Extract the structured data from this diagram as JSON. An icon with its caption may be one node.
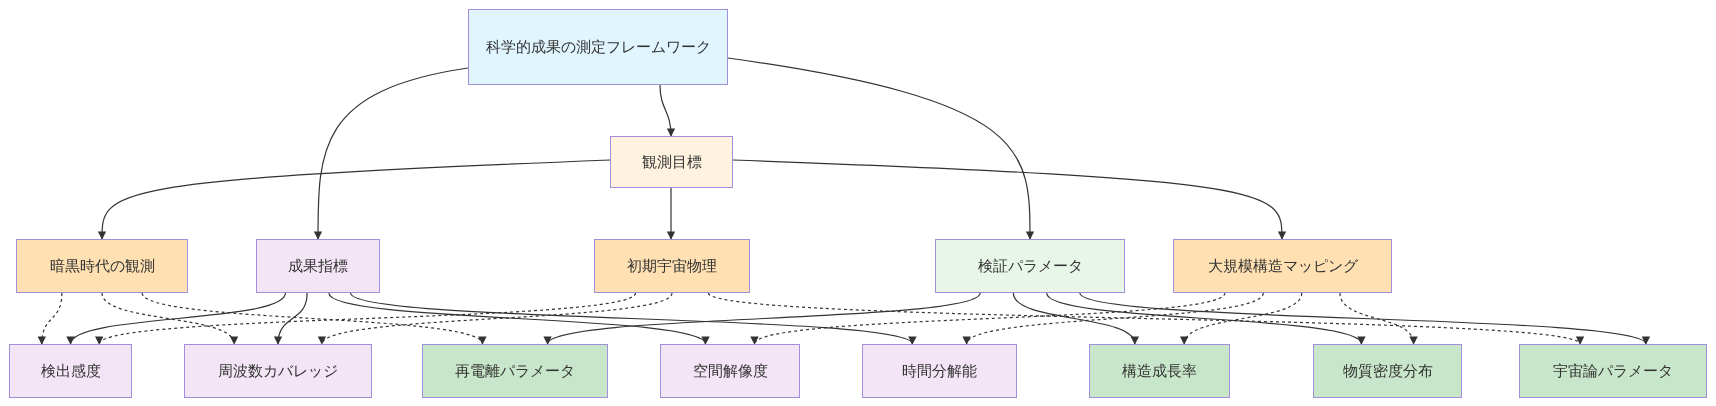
{
  "diagram": {
    "nodes": [
      {
        "text": [
          "科学的成果の測定フレームワーク"
        ]
      },
      {
        "text": [
          "観測目標"
        ]
      },
      {
        "text": [
          "暗黒時代の観測"
        ]
      },
      {
        "text": [
          "成果指標"
        ]
      },
      {
        "text": [
          "初期宇宙物理"
        ]
      },
      {
        "text": [
          "検証パラメータ"
        ]
      },
      {
        "text": [
          "大規模構造マッピング"
        ]
      },
      {
        "text": [
          "検出感度"
        ]
      },
      {
        "text": [
          "周波数カバレッジ"
        ]
      },
      {
        "text": [
          "再電離パラメータ"
        ]
      },
      {
        "text": [
          "空間解像度"
        ]
      },
      {
        "text": [
          "時間分解能"
        ]
      },
      {
        "text": [
          "構造成長率"
        ]
      },
      {
        "text": [
          "物質密度分布"
        ]
      },
      {
        "text": [
          "宇宙論パラメータ"
        ]
      }
    ],
    "edges": [
      {
        "from": 0,
        "to": 1,
        "arrow": "to"
      },
      {
        "from": 0,
        "to": 3,
        "arrow": "to"
      },
      {
        "from": 0,
        "to": 5,
        "arrow": "to"
      },
      {
        "from": 1,
        "to": 2,
        "arrow": "to"
      },
      {
        "from": 1,
        "to": 4,
        "arrow": "to"
      },
      {
        "from": 1,
        "to": 6,
        "arrow": "to"
      },
      {
        "from": 3,
        "to": 7,
        "arrow": "to"
      },
      {
        "from": 3,
        "to": 8,
        "arrow": "to"
      },
      {
        "from": 3,
        "to": 10,
        "arrow": "to"
      },
      {
        "from": 3,
        "to": 11,
        "arrow": "to"
      },
      {
        "from": 5,
        "to": 9,
        "arrow": "to"
      },
      {
        "from": 5,
        "to": 12,
        "arrow": "to"
      },
      {
        "from": 5,
        "to": 13,
        "arrow": "to"
      },
      {
        "from": 5,
        "to": 14,
        "arrow": "to"
      },
      {
        "from": 2,
        "to": 7,
        "arrow": "to",
        "style": "dashed"
      },
      {
        "from": 2,
        "to": 8,
        "arrow": "to",
        "style": "dashed"
      },
      {
        "from": 2,
        "to": 9,
        "arrow": "to",
        "style": "dashed"
      },
      {
        "from": 4,
        "to": 7,
        "arrow": "to",
        "style": "dashed"
      },
      {
        "from": 4,
        "to": 8,
        "arrow": "to",
        "style": "dashed"
      },
      {
        "from": 4,
        "to": 14,
        "arrow": "to",
        "style": "dashed"
      },
      {
        "from": 6,
        "to": 10,
        "arrow": "to",
        "style": "dashed"
      },
      {
        "from": 6,
        "to": 11,
        "arrow": "to",
        "style": "dashed"
      },
      {
        "from": 6,
        "to": 12,
        "arrow": "to",
        "style": "dashed"
      },
      {
        "from": 6,
        "to": 13,
        "arrow": "to",
        "style": "dashed"
      }
    ]
  }
}
